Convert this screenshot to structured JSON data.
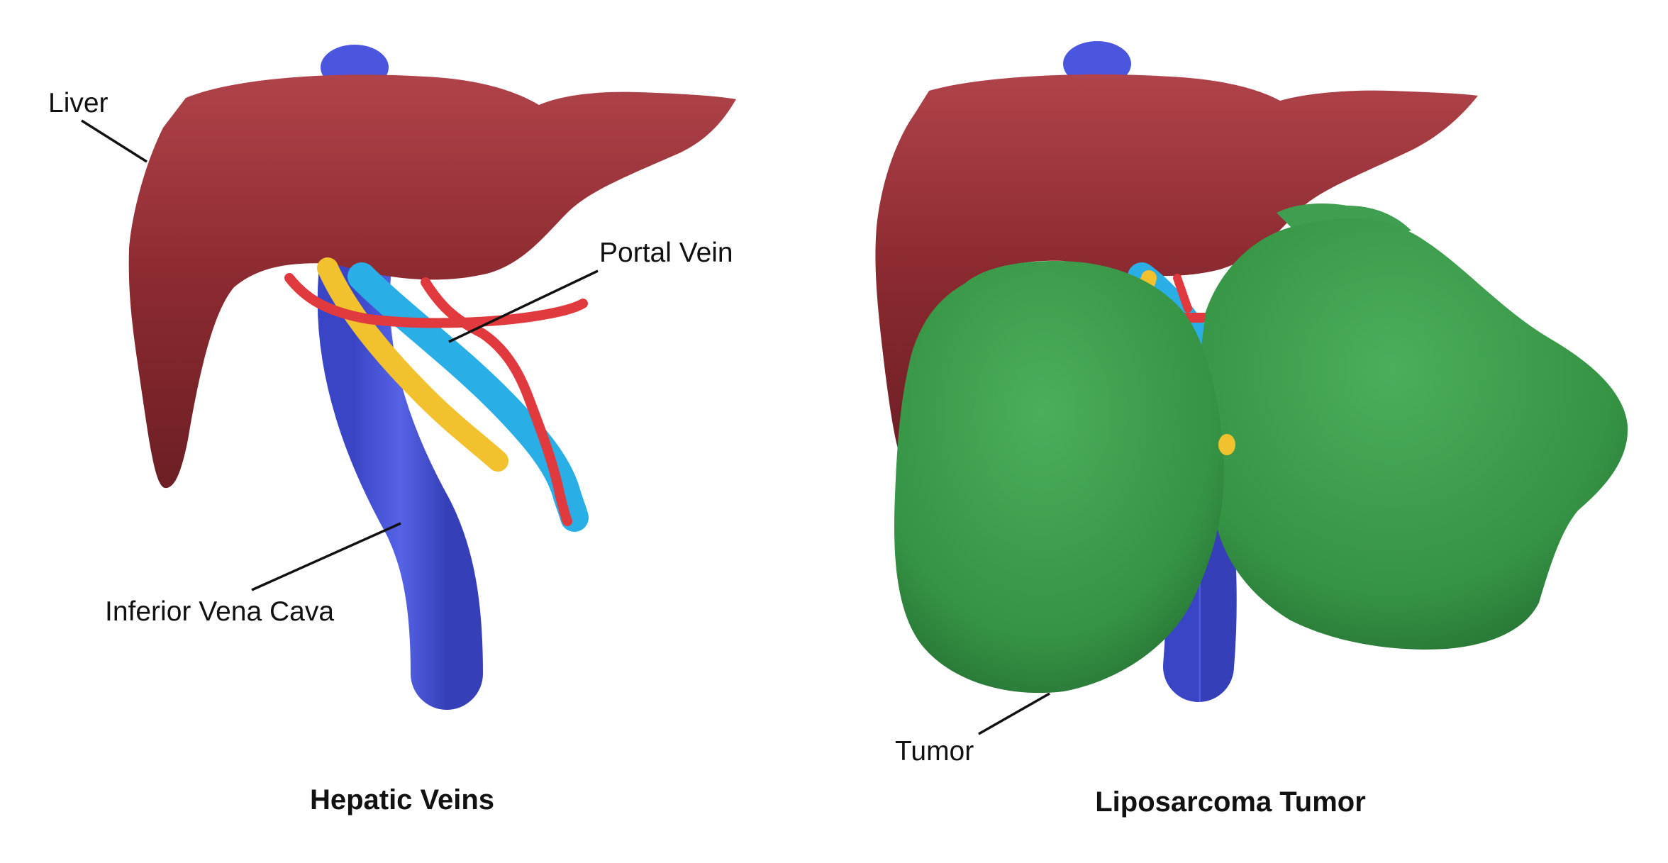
{
  "panels": [
    {
      "caption": "Hepatic Veins",
      "labels": {
        "liver": "Liver",
        "portal_vein": "Portal Vein",
        "ivc": "Inferior Vena Cava"
      }
    },
    {
      "caption": "Liposarcoma Tumor",
      "labels": {
        "tumor": "Tumor"
      }
    }
  ],
  "colors": {
    "liver": "#8b2a30",
    "ivc": "#4450d6",
    "portal_vein": "#2aaee6",
    "artery": "#e0393e",
    "bile_duct": "#f2c12e",
    "tumor": "#3a9a4a",
    "background": "#ffffff",
    "text": "#111111"
  }
}
